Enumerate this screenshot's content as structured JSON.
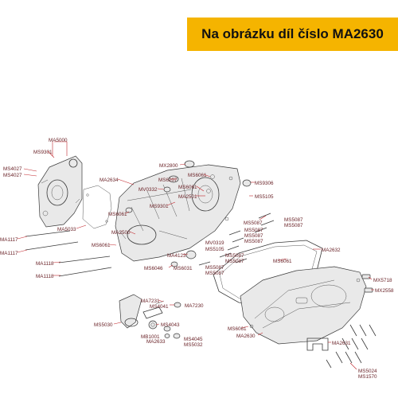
{
  "header": {
    "title": "Na obrázku díl číslo MA2630"
  },
  "colors": {
    "banner": "#f5b400",
    "label": "#6a2328",
    "leader": "#c2272d",
    "outline": "#3a3a3a"
  },
  "callouts": [
    "MA5000",
    "MS9301",
    "MS4027",
    "MS4027",
    "MA5033",
    "MA1117",
    "MA1117",
    "MA1118",
    "MA1118",
    "MX2800",
    "MS6061",
    "MA2634",
    "MS6207",
    "MS9306",
    "MV0332",
    "MS6061",
    "MA2501",
    "MS5105",
    "MS9301",
    "MS6061",
    "MS5087",
    "MS5087",
    "MS5087",
    "MS5087",
    "MS5087",
    "MS5087",
    "MA2500",
    "MV0319",
    "MS5105",
    "MA2632",
    "MS6061",
    "MA4123",
    "MS5087",
    "MS5087",
    "MS6061",
    "MS6046",
    "MS6031",
    "MS5087",
    "MS5087",
    "MX5718",
    "MX2558",
    "MA7231",
    "MS4041",
    "MA7230",
    "MS5030",
    "MS4043",
    "MB1001",
    "MA2633",
    "MS4045",
    "MS5032",
    "MS6061",
    "MA2630",
    "MA2631",
    "MS5024",
    "MS1570"
  ]
}
